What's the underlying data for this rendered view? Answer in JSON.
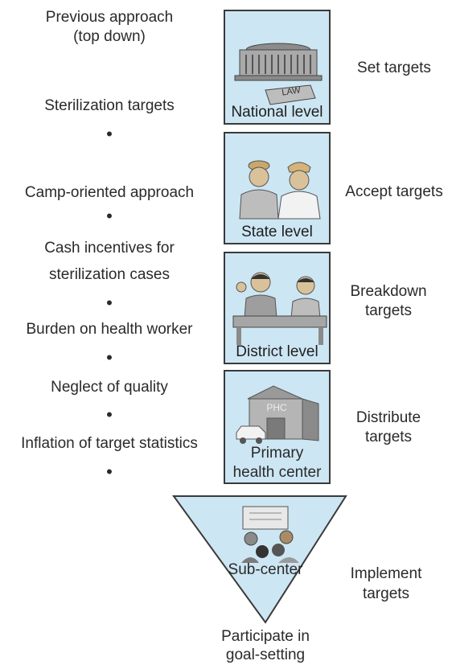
{
  "left_column": {
    "heading_line1": "Previous approach",
    "heading_line2": "(top down)",
    "items": [
      "Sterilization targets",
      "Camp-oriented approach",
      "Cash incentives for",
      "sterilization cases",
      "Burden on health worker",
      "Neglect of quality",
      "Inflation of target statistics"
    ],
    "bullet": "•"
  },
  "levels": {
    "national": {
      "label": "National level",
      "action": "Set targets",
      "sign_text": "LAW"
    },
    "state": {
      "label": "State level",
      "action": "Accept targets"
    },
    "district": {
      "label": "District level",
      "action_line1": "Breakdown",
      "action_line2": "targets"
    },
    "phc": {
      "label_line1": "Primary",
      "label_line2": "health center",
      "action_line1": "Distribute",
      "action_line2": "targets",
      "sign_text": "PHC"
    },
    "subcenter": {
      "label": "Sub-center",
      "action_line1": "Implement",
      "action_line2": "targets"
    }
  },
  "footer": {
    "line1": "Participate in",
    "line2": "goal-setting"
  },
  "colors": {
    "box_fill": "#cde6f3",
    "border": "#3a3a3a"
  }
}
